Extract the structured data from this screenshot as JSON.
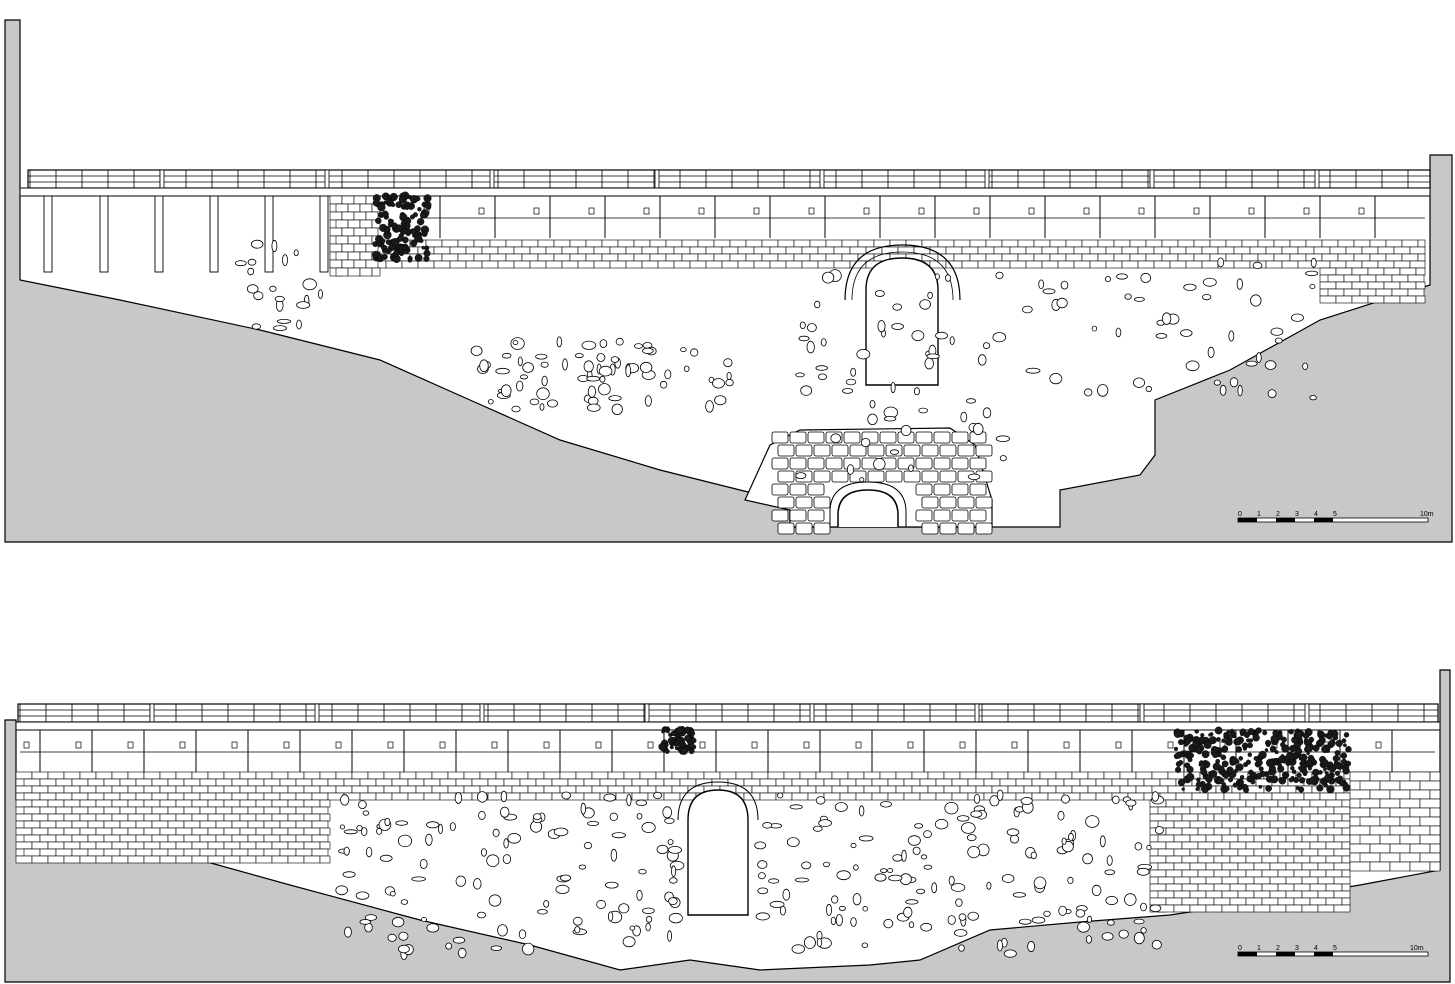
{
  "drawings": [
    {
      "id": "upstream-elevation",
      "scale_bar": {
        "ticks": [
          "0",
          "1",
          "2",
          "3",
          "4",
          "5"
        ],
        "end_label": "10m"
      }
    },
    {
      "id": "downstream-elevation",
      "scale_bar": {
        "ticks": [
          "0",
          "1",
          "2",
          "3",
          "4",
          "5"
        ],
        "end_label": "10m"
      }
    }
  ],
  "colors": {
    "ground": "#c8c8c8",
    "ink": "#000000",
    "paper": "#ffffff"
  },
  "icons": [
    "vegetation-icon"
  ]
}
